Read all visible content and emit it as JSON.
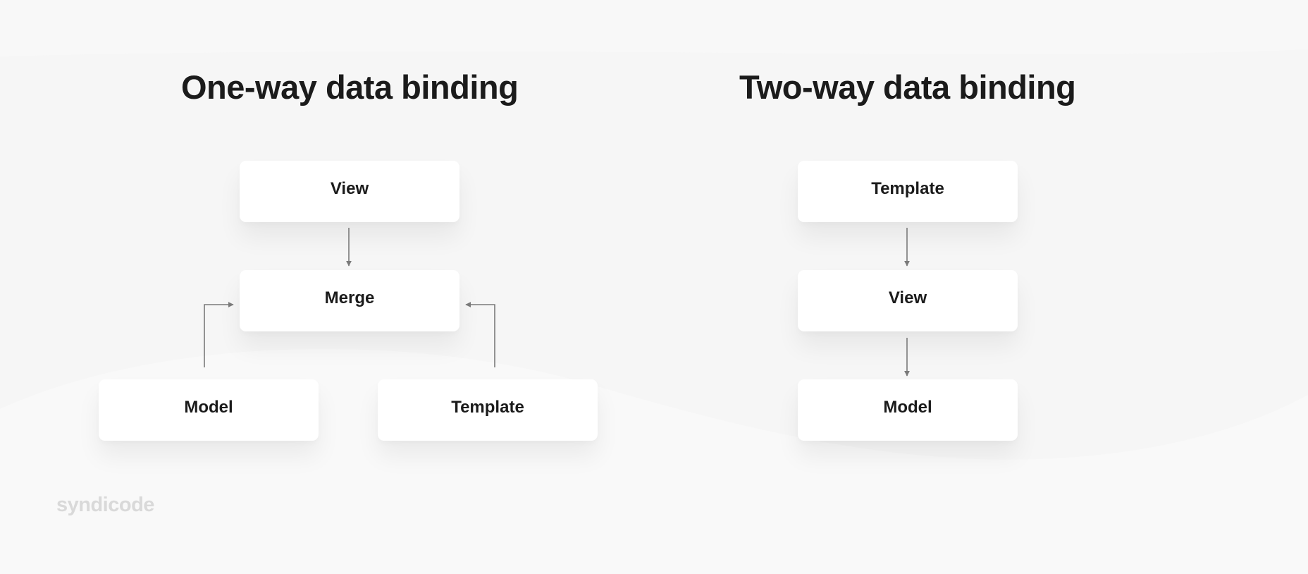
{
  "colors": {
    "background": "#f6f6f6",
    "box_fill": "#ffffff",
    "text": "#1b1b1b",
    "arrow": "#7a7a7a",
    "logo": "#d9d9d9"
  },
  "one_way": {
    "title": "One-way data binding",
    "nodes": {
      "view": "View",
      "merge": "Merge",
      "model": "Model",
      "template": "Template"
    },
    "edges": [
      {
        "from": "View",
        "to": "Merge"
      },
      {
        "from": "Model",
        "to": "Merge"
      },
      {
        "from": "Template",
        "to": "Merge"
      }
    ]
  },
  "two_way": {
    "title": "Two-way data binding",
    "nodes": {
      "template": "Template",
      "view": "View",
      "model": "Model"
    },
    "edges": [
      {
        "from": "Template",
        "to": "View"
      },
      {
        "from": "View",
        "to": "Model"
      }
    ]
  },
  "logo": {
    "text": "syndicode"
  }
}
